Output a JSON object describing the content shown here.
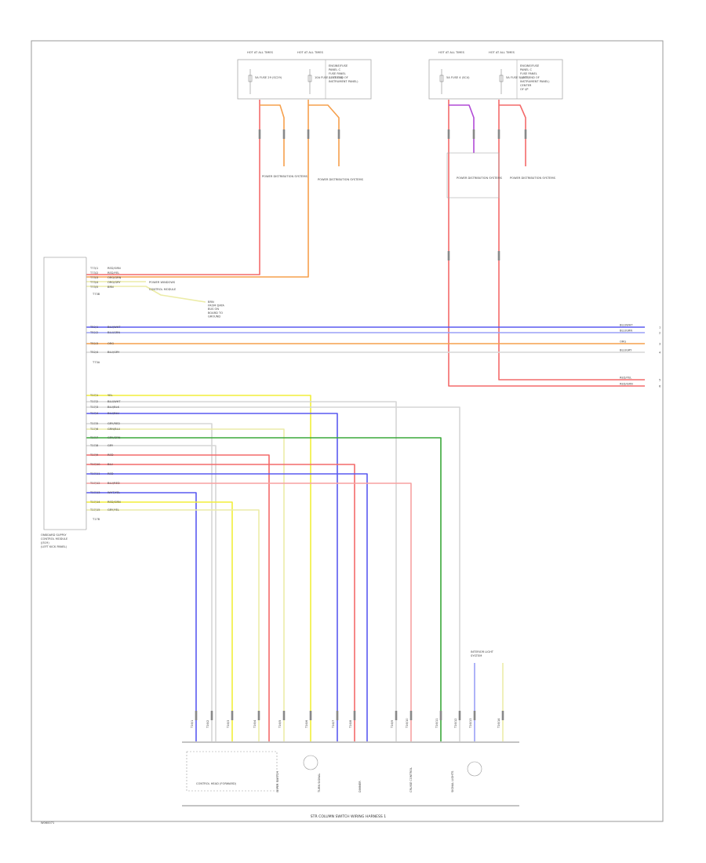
{
  "diagram": {
    "footer_label": "STR COLUMN SWITCH WIRING HARNESS 1",
    "page_code": "W060071",
    "colors": {
      "red": "#f46a6a",
      "pink": "#f7a1a1",
      "orange": "#f6a04d",
      "blue": "#5a5af0",
      "lightblue": "#9aa0f7",
      "yellow": "#f2ee3a",
      "paleyellow": "#ececa8",
      "white": "#d6d6d6",
      "green": "#3aa83a",
      "violet": "#b14ad6",
      "gray": "#9a9a9a",
      "frame": "#aaaaaa"
    },
    "module": {
      "name_lines": [
        "ONBOARD SUPPLY",
        "CONTROL MODULE",
        "(J519)",
        "(LEFT KICK PANEL)"
      ],
      "group_a": [
        {
          "pin": "T73/1",
          "wire": "RED/GRN"
        },
        {
          "pin": "T73/2",
          "wire": "RED/YEL"
        },
        {
          "pin": "T73/3",
          "wire": "ORG/GRN"
        },
        {
          "pin": "T73/4",
          "wire": "ORG/GRY"
        },
        {
          "pin": "T73/5",
          "wire": "BRN"
        }
      ],
      "group_a_bottom": "T73B",
      "group_b": [
        {
          "pin": "T52/1",
          "wire": "BLU/WHT"
        },
        {
          "pin": "T52/2",
          "wire": "BLU/GRN"
        },
        {
          "pin": "T52/3",
          "wire": "ORG"
        },
        {
          "pin": "T52/4",
          "wire": "BLU/GRY"
        }
      ],
      "group_b_bottom": "T73A",
      "group_c": [
        {
          "pin": "T17/1",
          "wire": "YEL"
        },
        {
          "pin": "T17/2",
          "wire": "BLU/WHT"
        },
        {
          "pin": "T17/3",
          "wire": "BLU/BLK"
        },
        {
          "pin": "T17/4",
          "wire": "BLU/BLU"
        },
        {
          "pin": "T17/5",
          "wire": "GRY/RED"
        },
        {
          "pin": "T17/6",
          "wire": "GRN/BLU"
        },
        {
          "pin": "T17/7",
          "wire": "GRY/GRN"
        },
        {
          "pin": "T17/8",
          "wire": "GRY"
        },
        {
          "pin": "T17/9",
          "wire": "RED"
        },
        {
          "pin": "T17/10",
          "wire": "BLU"
        },
        {
          "pin": "T17/11",
          "wire": "RED"
        },
        {
          "pin": "T17/12",
          "wire": "BLU/RED"
        },
        {
          "pin": "T17/13",
          "wire": "WHT/YEL"
        },
        {
          "pin": "T17/14",
          "wire": "RED/GRN"
        },
        {
          "pin": "T17/15",
          "wire": "GRY/YEL"
        }
      ],
      "group_c_bottom": "T17B"
    },
    "fuse_box_left": {
      "heads": [
        "HOT AT ALL TIMES",
        "HOT AT ALL TIMES"
      ],
      "fuses": [
        "5A FUSE 29 (SC29)",
        "10A FUSE 11 (SC11)"
      ],
      "note_lines": [
        "ENGINE/FUSE",
        "PANEL C",
        "FUSE PANEL",
        "(LEFT END OF",
        "INSTRUMENT PANEL)"
      ]
    },
    "fuse_box_right": {
      "heads": [
        "HOT AT ALL TIMES",
        "HOT AT ALL TIMES"
      ],
      "fuses": [
        "5A FUSE 4 (SC4)",
        "5A FUSE 5 (SC5)"
      ],
      "note_lines": [
        "ENGINE/FUSE",
        "PANEL C",
        "FUSE PANEL",
        "(LEFT END OF",
        "INSTRUMENT PANEL)",
        "CENTER",
        "OF I/P"
      ]
    },
    "refs": [
      "POWER DISTRIBUTION SYSTEMS",
      "POWER DISTRIBUTION SYSTEMS",
      "POWER DISTRIBUTION SYSTEMS",
      "POWER DISTRIBUTION SYSTEMS"
    ],
    "pass_through_note": [
      "POWER WINDOWS",
      "CONTROL MODULE"
    ],
    "brn_note": [
      "BRN",
      "FROM DATA",
      "BUS ON",
      "BOARD TO",
      "GROUND"
    ],
    "right_wires": [
      {
        "wire": "BLU/WHT",
        "pin": "1"
      },
      {
        "wire": "BLU/GRN",
        "pin": "2"
      },
      {
        "wire": "ORG",
        "pin": "3"
      },
      {
        "wire": "BLU/GRY",
        "pin": "4"
      },
      {
        "wire": "RED/YEL",
        "pin": "5"
      },
      {
        "wire": "RED/GRN",
        "pin": "6"
      }
    ],
    "bottom_ref": [
      "INTERIOR LIGHT",
      "SYSTEM"
    ],
    "connector_texts": [
      "T16/1",
      "T16/2",
      "T16/3",
      "T16/4",
      "T16/5",
      "T16/6",
      "T16/7",
      "T16/8",
      "T16/9",
      "T16/10",
      "T16/11",
      "T16/12",
      "T16/13",
      "T16/14",
      "T16/15",
      "T16/16"
    ],
    "component_labels": [
      "CONTROL HEAD (FORWARD)",
      "WIPER SWITCH",
      "TURN SIGNAL",
      "DIMMER",
      "CRUISE CONTROL",
      "SIGNAL LIGHTS"
    ]
  }
}
